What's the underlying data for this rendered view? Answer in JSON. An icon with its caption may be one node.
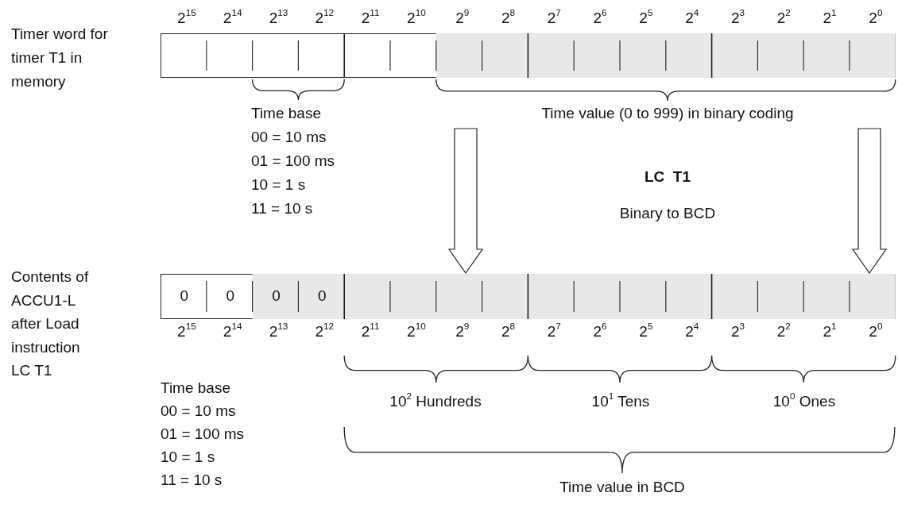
{
  "diagram": {
    "nodes": [
      {
        "text": [],
        "shape": "bar",
        "beside": [
          "Timer word for timer T1 in memory"
        ]
      },
      {
        "text": [
          "0",
          "0",
          "0",
          "0"
        ]
      }
    ],
    "edges": [
      {
        "from": null,
        "to": 1,
        "arrow": "to"
      },
      {
        "from": null,
        "to": 1,
        "arrow": "to"
      }
    ],
    "labels": [
      "2$^{15}$",
      "2$^{14}$",
      "2$^{13}$",
      "2$^{12}$",
      "2$^{11}$",
      "2$^{10}$",
      "2$^{9}$",
      "2$^{8}$",
      "2$^{7}$",
      "2$^{6}$",
      "2$^{5}$",
      "2$^{4}$",
      "2$^{3}$",
      "2$^{2}$",
      "2$^{1}$",
      "2$^{0}$",
      "Time base",
      "00 = 10 ms",
      "01 = 100 ms",
      "10 = 1 s",
      "11 = 10 s",
      "Time value (0 to 999) in binary coding",
      "LC  T1",
      "Binary to BCD",
      "Contents of ACCU1-L after Load instruction LC T1",
      "2$^{15}$",
      "2$^{14}$",
      "2$^{13}$",
      "2$^{12}$",
      "2$^{11}$",
      "2$^{10}$",
      "2$^{9}$",
      "2$^{8}$",
      "2$^{7}$",
      "2$^{6}$",
      "2$^{5}$",
      "2$^{4}$",
      "2$^{3}$",
      "2$^{2}$",
      "2$^{1}$",
      "2$^{0}$",
      "Time base",
      "00 = 10 ms",
      "01 = 100 ms",
      "10 = 1 s",
      "11 = 10 s",
      "10$^{2}$ Hundreds",
      "10$^{1}$ Tens",
      "10$^{0}$ Ones",
      "Time value in BCD"
    ]
  }
}
